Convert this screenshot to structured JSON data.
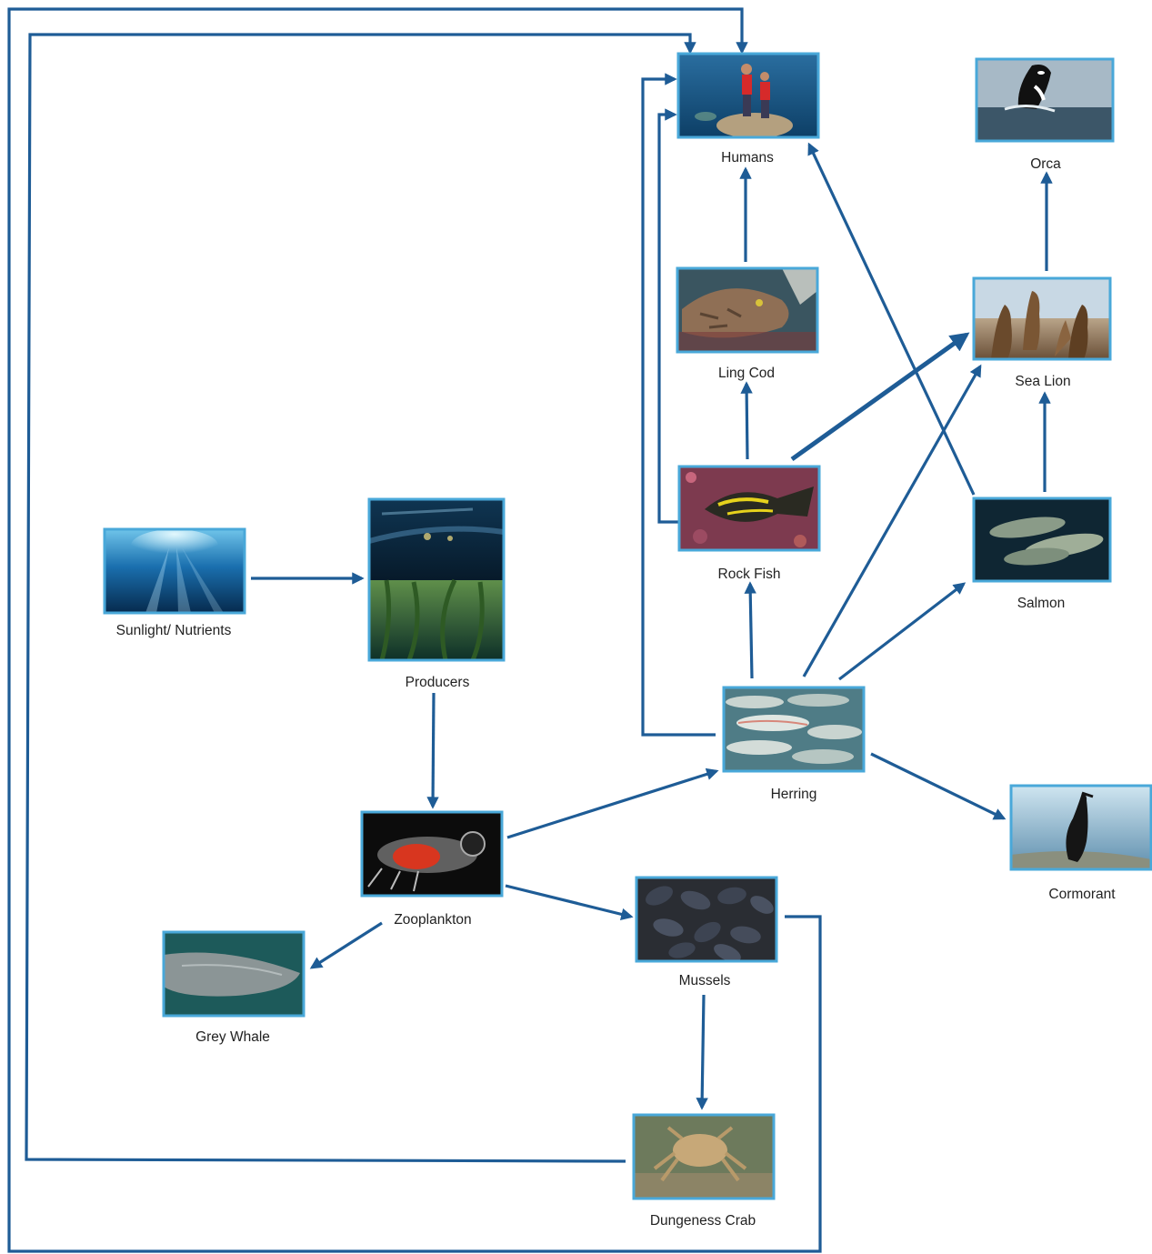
{
  "diagram": {
    "type": "food-web",
    "arrow_color": "#1e5c96",
    "frame_color": "#49a8d9",
    "nodes": [
      {
        "id": "sunlight",
        "label": "Sunlight/ Nutrients",
        "image": "underwater-sunbeams"
      },
      {
        "id": "producers",
        "label": "Producers",
        "image": "phytoplankton-and-kelp-forest"
      },
      {
        "id": "zooplankton",
        "label": "Zooplankton",
        "image": "zooplankton-closeup"
      },
      {
        "id": "grey-whale",
        "label": "Grey Whale",
        "image": "grey-whale-underwater"
      },
      {
        "id": "mussels",
        "label": "Mussels",
        "image": "mussel-bed"
      },
      {
        "id": "dungeness-crab",
        "label": "Dungeness Crab",
        "image": "crab-on-gravel"
      },
      {
        "id": "herring",
        "label": "Herring",
        "image": "herring-school"
      },
      {
        "id": "cormorant",
        "label": "Cormorant",
        "image": "cormorant-on-rock"
      },
      {
        "id": "rock-fish",
        "label": "Rock Fish",
        "image": "rockfish-on-reef"
      },
      {
        "id": "ling-cod",
        "label": "Ling Cod",
        "image": "lingcod-closeup"
      },
      {
        "id": "humans",
        "label": "Humans",
        "image": "people-on-shore-rock"
      },
      {
        "id": "salmon",
        "label": "Salmon",
        "image": "salmon-swimming"
      },
      {
        "id": "sea-lion",
        "label": "Sea Lion",
        "image": "sea-lions-on-rocks"
      },
      {
        "id": "orca",
        "label": "Orca",
        "image": "orca-breaching"
      }
    ],
    "edges": [
      {
        "from": "sunlight",
        "to": "producers"
      },
      {
        "from": "producers",
        "to": "zooplankton"
      },
      {
        "from": "zooplankton",
        "to": "herring"
      },
      {
        "from": "zooplankton",
        "to": "mussels"
      },
      {
        "from": "zooplankton",
        "to": "grey-whale"
      },
      {
        "from": "mussels",
        "to": "dungeness-crab"
      },
      {
        "from": "mussels",
        "to": "humans"
      },
      {
        "from": "dungeness-crab",
        "to": "humans"
      },
      {
        "from": "herring",
        "to": "cormorant"
      },
      {
        "from": "herring",
        "to": "rock-fish"
      },
      {
        "from": "herring",
        "to": "salmon"
      },
      {
        "from": "herring",
        "to": "sea-lion"
      },
      {
        "from": "herring",
        "to": "humans"
      },
      {
        "from": "rock-fish",
        "to": "ling-cod"
      },
      {
        "from": "rock-fish",
        "to": "sea-lion"
      },
      {
        "from": "rock-fish",
        "to": "humans"
      },
      {
        "from": "ling-cod",
        "to": "humans"
      },
      {
        "from": "salmon",
        "to": "humans"
      },
      {
        "from": "salmon",
        "to": "sea-lion"
      },
      {
        "from": "sea-lion",
        "to": "orca"
      }
    ]
  }
}
